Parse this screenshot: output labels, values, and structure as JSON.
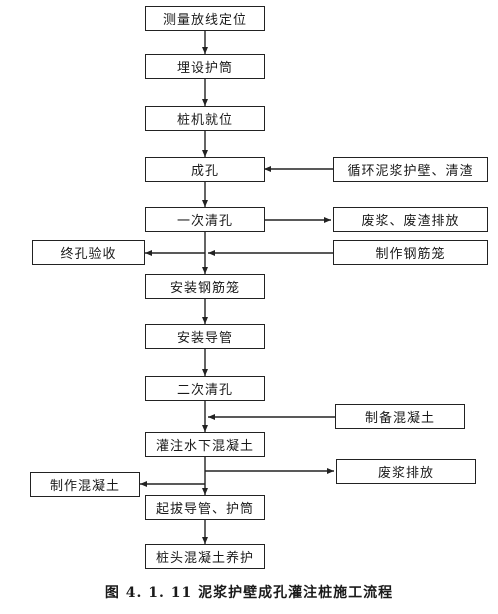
{
  "main_flow": [
    "测量放线定位",
    "埋设护筒",
    "桩机就位",
    "成孔",
    "一次清孔",
    "安装钢筋笼",
    "安装导管",
    "二次清孔",
    "灌注水下混凝土",
    "起拔导管、护筒",
    "桩头混凝土养护"
  ],
  "side_boxes": {
    "circulation": "循环泥浆护壁、清渣",
    "waste_slurry_residue": "废浆、废渣排放",
    "make_cage": "制作钢筋笼",
    "final_acceptance": "终孔验收",
    "prepare_concrete": "制备混凝土",
    "waste_slurry": "废浆排放",
    "make_concrete": "制作混凝土"
  },
  "caption": "图 4. 1. 11    泥浆护壁成孔灌注桩施工流程"
}
